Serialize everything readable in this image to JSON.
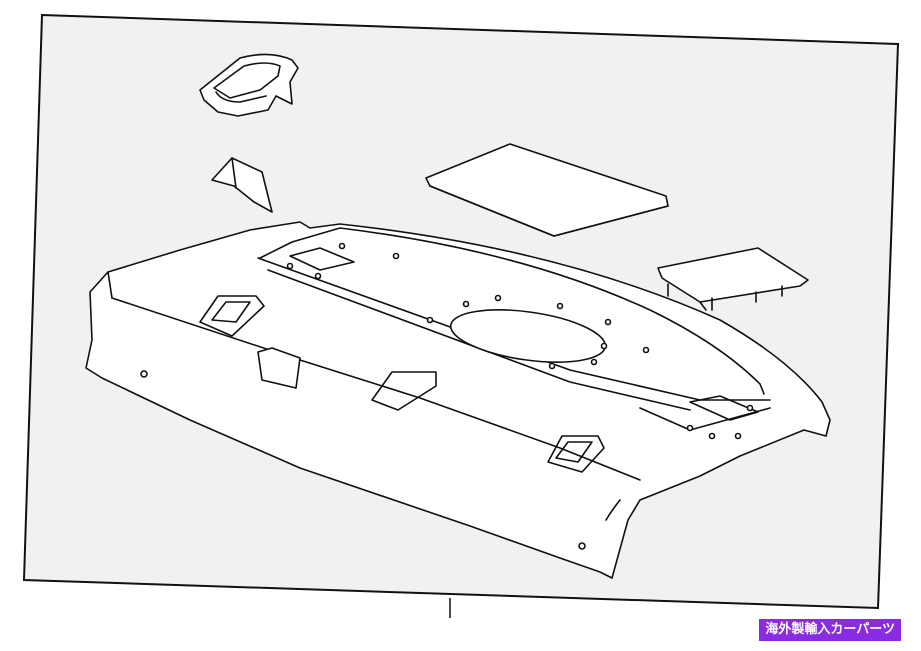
{
  "badge": {
    "text": "海外製輸入カーパーツ",
    "background": "#8a2be2"
  },
  "diagram": {
    "frame_fill": "#f1f1f1",
    "part_fill": "#ffffff",
    "line_color": "#111111",
    "parts": [
      {
        "name": "bracket-cover-part"
      },
      {
        "name": "clip-part"
      },
      {
        "name": "speaker-cover-pad-part"
      },
      {
        "name": "trim-cover-part"
      },
      {
        "name": "package-tray-panel-part"
      }
    ]
  }
}
